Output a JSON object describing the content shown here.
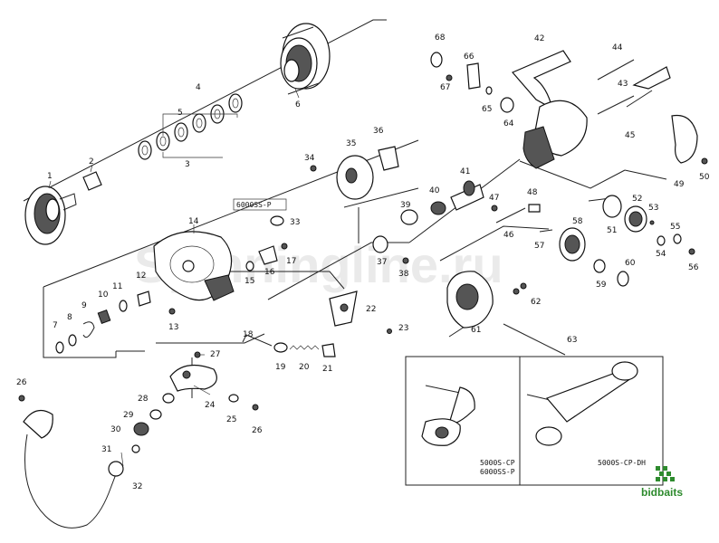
{
  "watermark": "Spinningline.ru",
  "logo": {
    "text": "bidbaits",
    "color": "#2e8b2e"
  },
  "variant_labels": {
    "spec_33": "6000SS-P",
    "box_left_line1": "5000S-CP",
    "box_left_line2": "6000SS-P",
    "box_right": "5000S-CP-DH"
  },
  "callouts": [
    "1",
    "2",
    "3",
    "4",
    "5",
    "6",
    "7",
    "8",
    "9",
    "10",
    "11",
    "12",
    "13",
    "14",
    "15",
    "16",
    "17",
    "18",
    "19",
    "20",
    "21",
    "22",
    "23",
    "24",
    "25",
    "26",
    "27",
    "28",
    "29",
    "30",
    "31",
    "32",
    "33",
    "34",
    "35",
    "36",
    "37",
    "38",
    "39",
    "40",
    "41",
    "42",
    "43",
    "44",
    "45",
    "46",
    "47",
    "48",
    "49",
    "50",
    "51",
    "52",
    "53",
    "54",
    "55",
    "56",
    "57",
    "58",
    "59",
    "60",
    "61",
    "62",
    "63",
    "64",
    "65",
    "66",
    "67",
    "68"
  ],
  "callout_26_repeat": "26"
}
